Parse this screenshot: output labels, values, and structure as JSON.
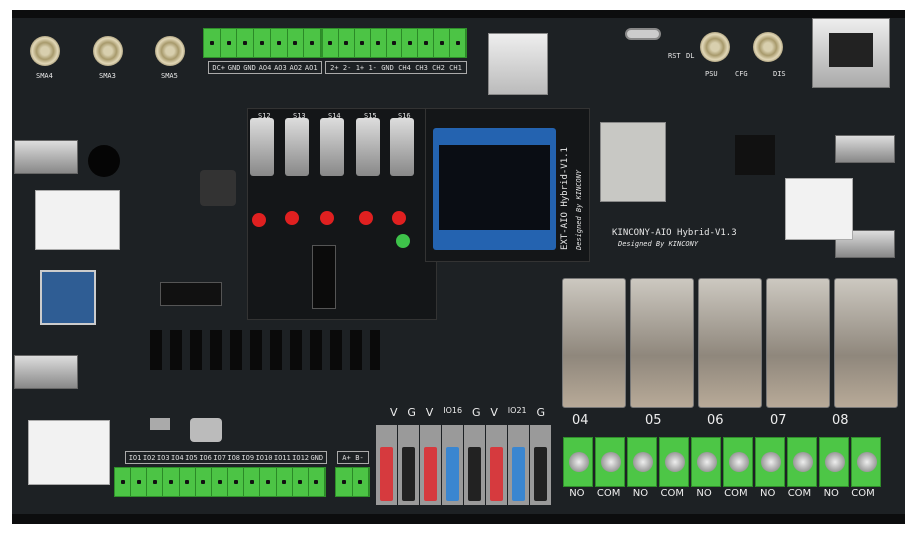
{
  "board": {
    "title": "KINCONY-AIO Hybrid-V1.3",
    "designer": "Designed By KINCONY",
    "ext_board": "EXT-AIO Hybrid-V1.1",
    "ext_designer": "Designed By KINCONY"
  },
  "sma_labels": [
    "SMA4",
    "SMA3",
    "SMA5"
  ],
  "top_right": {
    "psu": "PSU",
    "cfg": "CFG",
    "dis": "DIS",
    "rst": "RST",
    "dl": "DL"
  },
  "top_terminal_a": [
    "DC+",
    "GND",
    "GND",
    "AO4",
    "AO3",
    "AO2",
    "AO1"
  ],
  "top_terminal_b": [
    "2+",
    "2-",
    "1+",
    "1-",
    "GND",
    "CH4",
    "CH3",
    "CH2",
    "CH1"
  ],
  "switches": [
    "S12",
    "S13",
    "S14",
    "S15",
    "S16"
  ],
  "relay_channels": [
    "04",
    "05",
    "06",
    "07",
    "08"
  ],
  "relay_contacts": [
    "NO",
    "COM",
    "NO",
    "COM",
    "NO",
    "COM",
    "NO",
    "COM",
    "NO",
    "COM"
  ],
  "io_terminal": [
    "IO1",
    "IO2",
    "IO3",
    "IO4",
    "IO5",
    "IO6",
    "IO7",
    "IO8",
    "IO9",
    "IO10",
    "IO11",
    "IO12",
    "GND"
  ],
  "rs485_terminal": [
    "A+",
    "B-"
  ],
  "push_terminal": [
    "V",
    "G",
    "V",
    "IO16",
    "G",
    "V",
    "IO21",
    "G"
  ],
  "push_colors": [
    "#d63a3e",
    "#222222",
    "#d63a3e",
    "#3a86d0",
    "#222222",
    "#d63a3e",
    "#3a86d0",
    "#222222"
  ],
  "colors": {
    "board": "#1d2124",
    "terminal": "#4cc445"
  }
}
